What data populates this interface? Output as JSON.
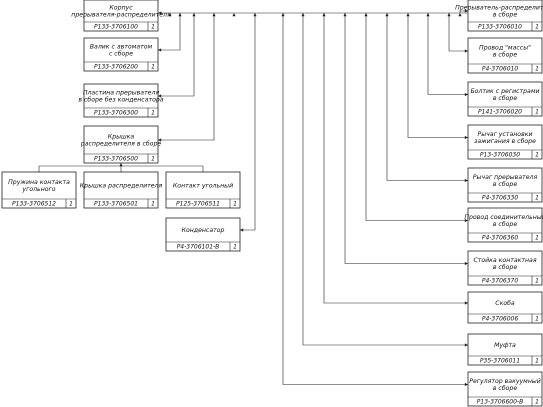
{
  "diagram": {
    "root": {
      "name": [
        "Корпус",
        "прерывателя-распределителя"
      ],
      "code": "Р133-3706100",
      "qty": "1"
    },
    "parts": [
      {
        "id": "valik",
        "name": [
          "Валик с автоматом",
          "с сборе"
        ],
        "code": "Р133-3706200",
        "qty": "1"
      },
      {
        "id": "plastina",
        "name": [
          "Пластина прерывателя",
          "в сборе без конденсатора"
        ],
        "code": "Р133-3706300",
        "qty": "1"
      },
      {
        "id": "kryshka",
        "name": [
          "Крышка",
          "распределителя в сборе"
        ],
        "code": "Р133-3706500",
        "qty": "1"
      },
      {
        "id": "pruzhina",
        "name": [
          "Пружина контакта",
          "угольного"
        ],
        "code": "Р133-3706512",
        "qty": "1"
      },
      {
        "id": "kryshka-raspr",
        "name": [
          "Крышка распределителя"
        ],
        "code": "Р133-3706501",
        "qty": "1"
      },
      {
        "id": "kontakt",
        "name": [
          "Контакт угольный"
        ],
        "code": "Р125-3706511",
        "qty": "1"
      },
      {
        "id": "kondensator",
        "name": [
          "Конденсатор"
        ],
        "code": "Р4-3706101-В",
        "qty": "1"
      },
      {
        "id": "preryvatel",
        "name": [
          "Прерыватель-распределитель",
          "в сборе"
        ],
        "code": "Р133-3706010",
        "qty": "1"
      },
      {
        "id": "provod-massy",
        "name": [
          "Провод \"массы\"",
          "в сборе"
        ],
        "code": "Р4-3706010",
        "qty": "1"
      },
      {
        "id": "bolt",
        "name": [
          "Болтик с регистрами",
          "в сборе"
        ],
        "code": "Р141-3706020",
        "qty": "1"
      },
      {
        "id": "rychag-ustanovki",
        "name": [
          "Рычаг установки",
          "зажигания в сборе"
        ],
        "code": "Р13-3706030",
        "qty": "1"
      },
      {
        "id": "rychag-preryvatelya",
        "name": [
          "Рычаг прерывателя",
          "в сборе"
        ],
        "code": "Р4-3706330",
        "qty": "1"
      },
      {
        "id": "provod-soed",
        "name": [
          "Провод соединительный",
          "в сборе"
        ],
        "code": "Р4-3706360",
        "qty": "1"
      },
      {
        "id": "stoyka",
        "name": [
          "Стойка контактная",
          "в сборе"
        ],
        "code": "Р4-3706370",
        "qty": "1"
      },
      {
        "id": "skoba",
        "name": [
          "Скоба"
        ],
        "code": "Р4-3706006",
        "qty": "1"
      },
      {
        "id": "mufta",
        "name": [
          "Муфта"
        ],
        "code": "Р35-3706011",
        "qty": "1"
      },
      {
        "id": "regulyator",
        "name": [
          "Регулятор вакуумный",
          "в сборе"
        ],
        "code": "Р13-3706600-В",
        "qty": "1"
      }
    ]
  }
}
